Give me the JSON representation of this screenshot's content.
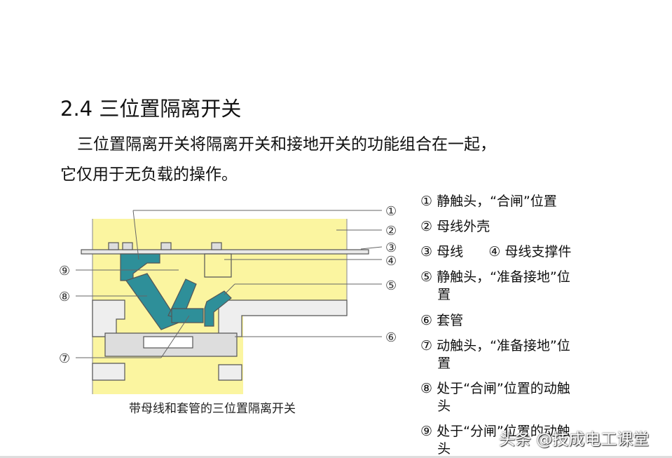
{
  "title": "2.4  三位置隔离开关",
  "body_lines": [
    "三位置隔离开关将隔离开关和接地开关的功能组合在一起，",
    "它仅用于无负载的操作。"
  ],
  "figure": {
    "caption": "带母线和套管的三位置隔离开关",
    "callouts": [
      "①",
      "②",
      "③",
      "④",
      "⑤",
      "⑥",
      "⑦",
      "⑧",
      "⑨"
    ],
    "colors": {
      "housing": "#fbf5a0",
      "contacts": "#2e8f99",
      "outline": "#555555"
    }
  },
  "legend_lines": [
    "① 静触头，“合闸”位置",
    "② 母线外壳",
    "③ 母线      ④ 母线支撑件",
    "⑤ 静触头，“准备接地”位",
    "    置",
    "⑥ 套管",
    "⑦ 动触头，“准备接地”位",
    "    置",
    "⑧ 处于“合闸”位置的动触",
    "    头",
    "⑨ 处于“分闸”位置的动触",
    "    头"
  ],
  "watermark": "头条 @技成电工课堂"
}
